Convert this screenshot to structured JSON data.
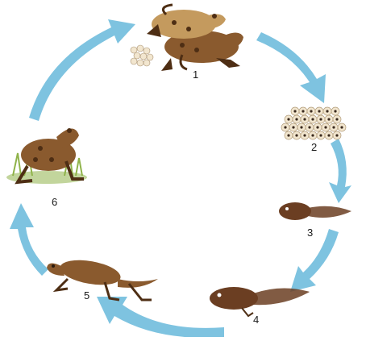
{
  "diagram": {
    "colors": {
      "arrow": "#7EC3E0",
      "frog_body": "#8A5A2E",
      "frog_dark": "#4E2E14",
      "frog_light": "#C49A5E",
      "egg_fill": "#F2E6CF",
      "egg_center": "#3A2A1E",
      "tadpole": "#6B3E22",
      "grass": "#8FB34A"
    },
    "stages": [
      {
        "number": "1",
        "icon": "mating-frogs-with-eggs-icon"
      },
      {
        "number": "2",
        "icon": "egg-mass-icon"
      },
      {
        "number": "3",
        "icon": "tadpole-icon"
      },
      {
        "number": "4",
        "icon": "tadpole-with-legs-icon"
      },
      {
        "number": "5",
        "icon": "froglet-with-tail-icon"
      },
      {
        "number": "6",
        "icon": "adult-frog-icon"
      }
    ]
  }
}
